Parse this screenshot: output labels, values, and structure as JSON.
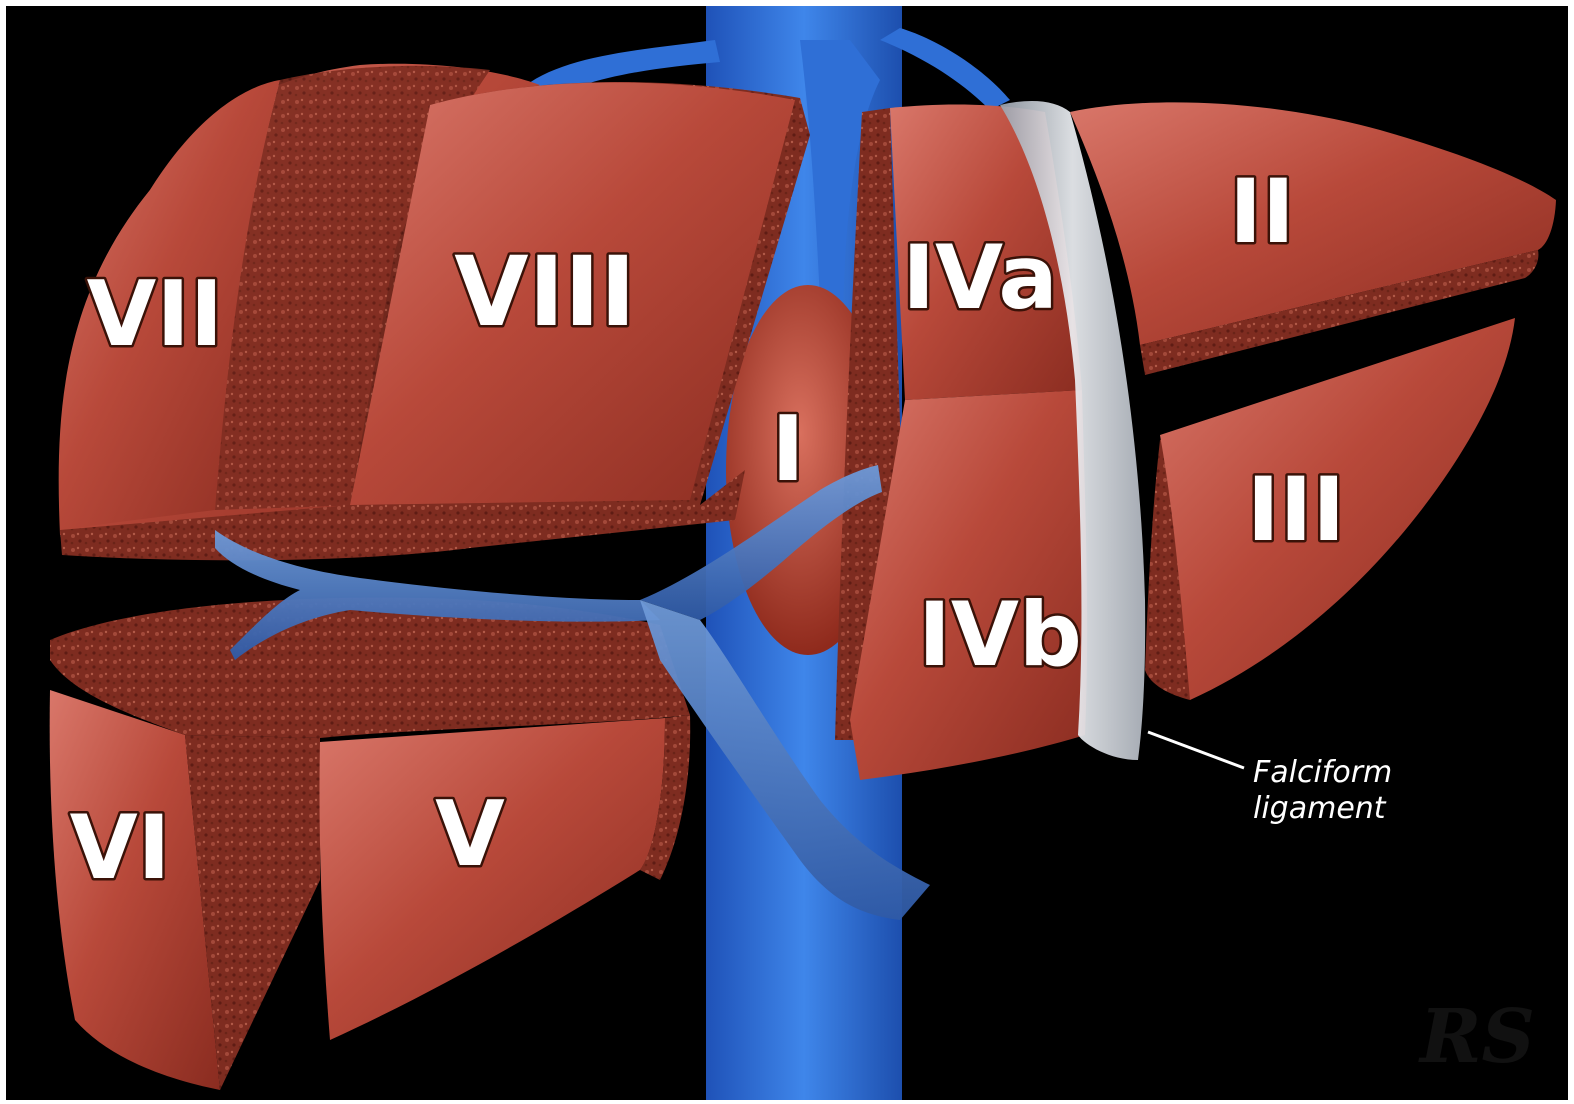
{
  "segments": {
    "I": "I",
    "II": "II",
    "III": "III",
    "IVa": "IVa",
    "IVb": "IVb",
    "V": "V",
    "VI": "VI",
    "VII": "VII",
    "VIII": "VIII"
  },
  "callout": {
    "line1": "Falciform",
    "line2": "ligament"
  },
  "signature": "RS",
  "colors": {
    "background": "#000000",
    "frame": "#ffffff",
    "liver": "#b44634",
    "parenchyma": "#7a2a1e",
    "vessel": "#2f6fd6",
    "portal_vein": "#3f6fb8",
    "ligament": "#d8dde4"
  }
}
